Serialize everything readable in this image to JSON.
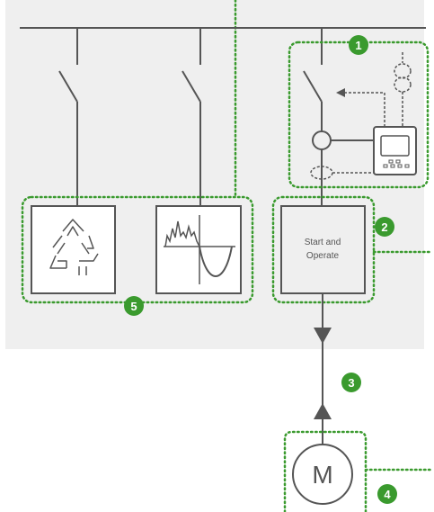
{
  "colors": {
    "panel_bg": "#efefef",
    "line": "#555555",
    "accent_green": "#3a9a2e",
    "dotted_green": "#3a9a2e"
  },
  "starter": {
    "label_line1": "Start and",
    "label_line2": "Operate"
  },
  "motor": {
    "label": "M"
  },
  "badges": {
    "b1": "1",
    "b2": "2",
    "b3": "3",
    "b4": "4",
    "b5": "5"
  },
  "icons": {
    "recycle": "recycle-icon",
    "waveform": "harmonic-waveform-icon",
    "meter": "power-meter-icon",
    "current_transformer": "current-transformer-icon"
  }
}
